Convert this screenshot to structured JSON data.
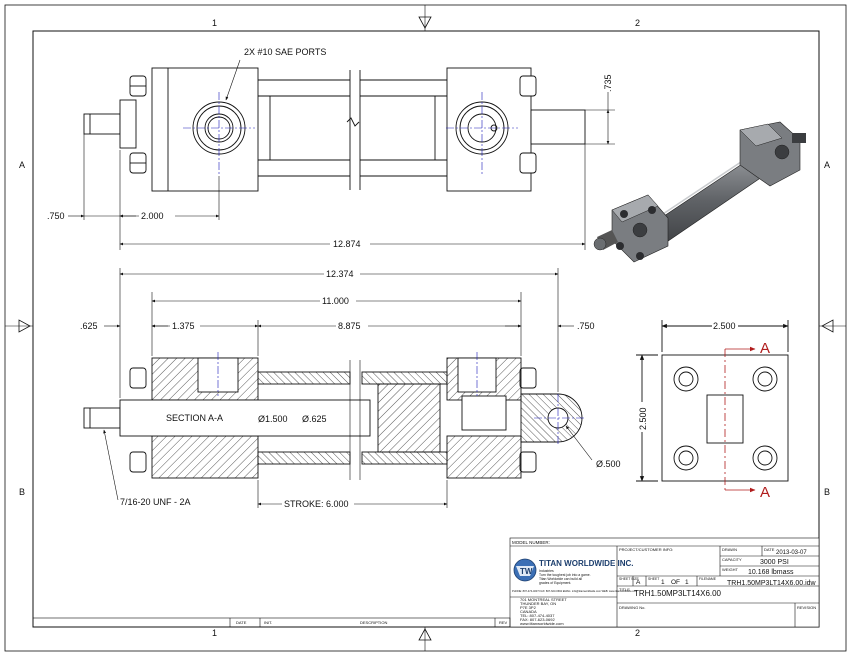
{
  "zones": {
    "col1": "1",
    "col2": "2",
    "rowA": "A",
    "rowB": "B"
  },
  "top_view": {
    "port_callout": "2X #10 SAE PORTS",
    "dim_735": ".735",
    "dim_750": ".750",
    "dim_2000": "2.000",
    "dim_12874": "12.874"
  },
  "section_view": {
    "dim_12374": "12.374",
    "dim_11000": "11.000",
    "dim_625_left": ".625",
    "dim_1375": "1.375",
    "dim_8875": "8.875",
    "dim_750_right": ".750",
    "section_label": "SECTION A-A",
    "bore_dia": "Ø1.500",
    "rod_dia": "Ø.625",
    "pin_dia": "Ø.500",
    "thread_callout": "7/16-20 UNF - 2A",
    "stroke_callout": "STROKE: 6.000"
  },
  "end_view": {
    "dim_width": "2.500",
    "dim_height": "2.500",
    "section_marker_top": "A",
    "section_marker_bottom": "A"
  },
  "title_block": {
    "model_number_label": "MODEL NUMBER:",
    "company_name": "TITAN WORLDWIDE INC.",
    "company_tagline_1": "Industries",
    "company_tagline_2": "Turn the toughest job into a game.",
    "company_tagline_3": "Titan Worldwide can build all",
    "company_tagline_4": "grades of Equipment.",
    "contact_strip": "PHONE: 807-474-4037   FAX: 807-623-0692   EMAIL: info@titanworldwide.com   WEB: www.titanworldwide.com",
    "address_1": "701 MONTREAL STREET",
    "address_2": "THUNDER BAY, ON",
    "address_3": "P7E 3P2",
    "address_4": "CANADA",
    "address_5": "TEL: 807-474-4037",
    "address_6": "FAX: 807-623-0692",
    "address_7": "www.titanworldwide.com",
    "project_label": "PROJECT/CUSTOMER INFO:",
    "drawn_label": "DRAWN",
    "date_label": "DATE",
    "date_value": "2013-03-07",
    "capacity_label": "CAPACITY",
    "capacity_value": "3000 PSI",
    "weight_label": "WEIGHT",
    "weight_value": "10.168 lbmass",
    "sheet_size_label": "SHEET SIZE",
    "sheet_size_value": "A",
    "sheet_label": "SHEET",
    "sheet_value": "1",
    "of_label": "OF",
    "of_value": "1",
    "filename_label": "FILENAME",
    "filename_value": "TRH1.50MP3LT14X6.00.idw",
    "title_label": "TITLE",
    "title_value": "TRH1.50MP3LT14X6.00",
    "drawing_no_label": "DRAWING No.",
    "revision_label": "REVISION"
  },
  "revision_block": {
    "date_header": "DATE",
    "init_header": "INIT.",
    "description_header": "DESCRIPTION",
    "rev_header": "REV"
  },
  "colors": {
    "line": "#111111",
    "centerline": "#1a1ab8",
    "section_marker": "#b01c1c",
    "cylinder_render": "#6f7276"
  }
}
